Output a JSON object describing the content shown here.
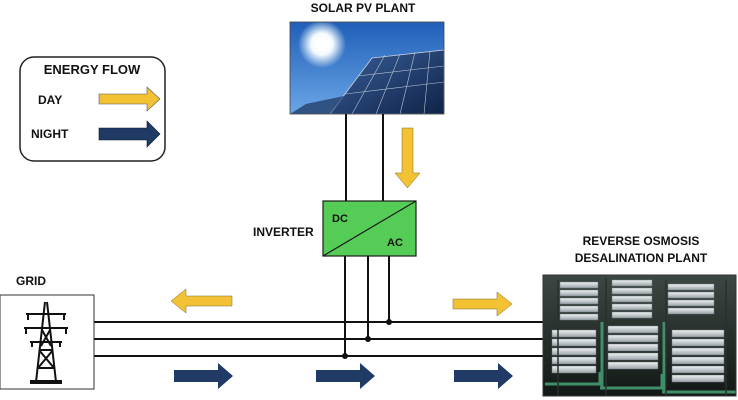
{
  "legend": {
    "title": "ENERGY FLOW",
    "items": [
      {
        "label": "DAY",
        "color": "#F2C234"
      },
      {
        "label": "NIGHT",
        "color": "#1F3A64"
      }
    ]
  },
  "solar_plant": {
    "label": "SOLAR PV PLANT"
  },
  "inverter": {
    "label": "INVERTER",
    "dc": "DC",
    "ac": "AC",
    "color": "#55CC55"
  },
  "grid": {
    "label": "GRID"
  },
  "desal_plant": {
    "label_line1": "REVERSE OSMOSIS",
    "label_line2": "DESALINATION PLANT"
  },
  "colors": {
    "day": "#F2C234",
    "night": "#1F3A64",
    "line": "#111111"
  }
}
